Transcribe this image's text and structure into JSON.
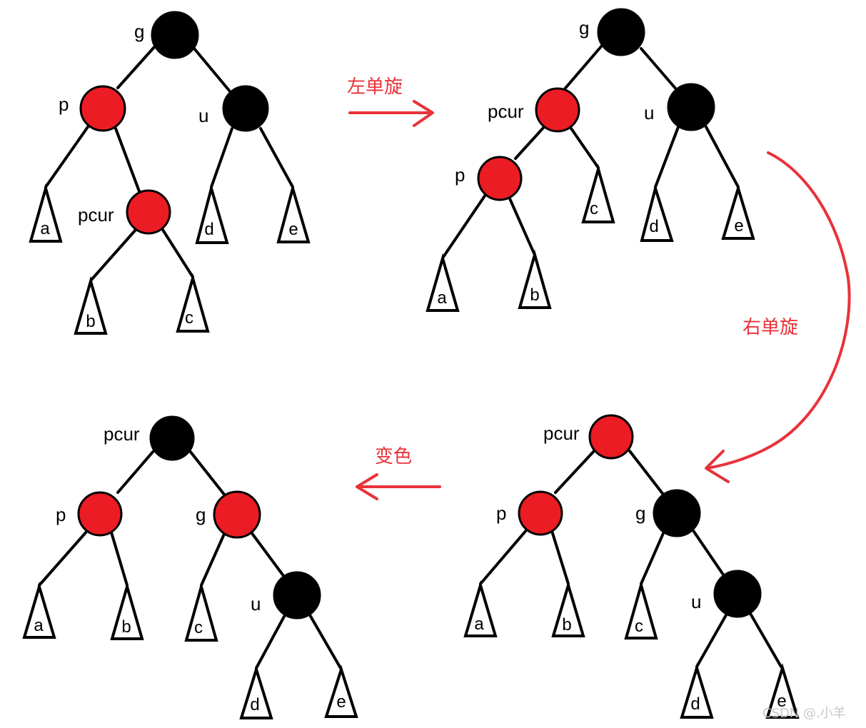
{
  "colors": {
    "red": "#ec1c24",
    "black": "#000000",
    "accent": "#e8323a"
  },
  "operations": {
    "left_rotate": "左单旋",
    "right_rotate": "右单旋",
    "recolor": "变色"
  },
  "watermark": "CSDN @.小羊",
  "trees": [
    {
      "nodes": [
        {
          "id": "g",
          "label": "g",
          "color": "black"
        },
        {
          "id": "p",
          "label": "p",
          "color": "red"
        },
        {
          "id": "u",
          "label": "u",
          "color": "black"
        },
        {
          "id": "pcur",
          "label": "pcur",
          "color": "red"
        }
      ],
      "subtrees": [
        "a",
        "b",
        "c",
        "d",
        "e"
      ]
    },
    {
      "nodes": [
        {
          "id": "g",
          "label": "g",
          "color": "black"
        },
        {
          "id": "pcur",
          "label": "pcur",
          "color": "red"
        },
        {
          "id": "u",
          "label": "u",
          "color": "black"
        },
        {
          "id": "p",
          "label": "p",
          "color": "red"
        }
      ],
      "subtrees": [
        "a",
        "b",
        "c",
        "d",
        "e"
      ]
    },
    {
      "nodes": [
        {
          "id": "pcur",
          "label": "pcur",
          "color": "red"
        },
        {
          "id": "p",
          "label": "p",
          "color": "red"
        },
        {
          "id": "g",
          "label": "g",
          "color": "black"
        },
        {
          "id": "u",
          "label": "u",
          "color": "black"
        }
      ],
      "subtrees": [
        "a",
        "b",
        "c",
        "d",
        "e"
      ]
    },
    {
      "nodes": [
        {
          "id": "pcur",
          "label": "pcur",
          "color": "black"
        },
        {
          "id": "p",
          "label": "p",
          "color": "red"
        },
        {
          "id": "g",
          "label": "g",
          "color": "red"
        },
        {
          "id": "u",
          "label": "u",
          "color": "black"
        }
      ],
      "subtrees": [
        "a",
        "b",
        "c",
        "d",
        "e"
      ]
    }
  ]
}
